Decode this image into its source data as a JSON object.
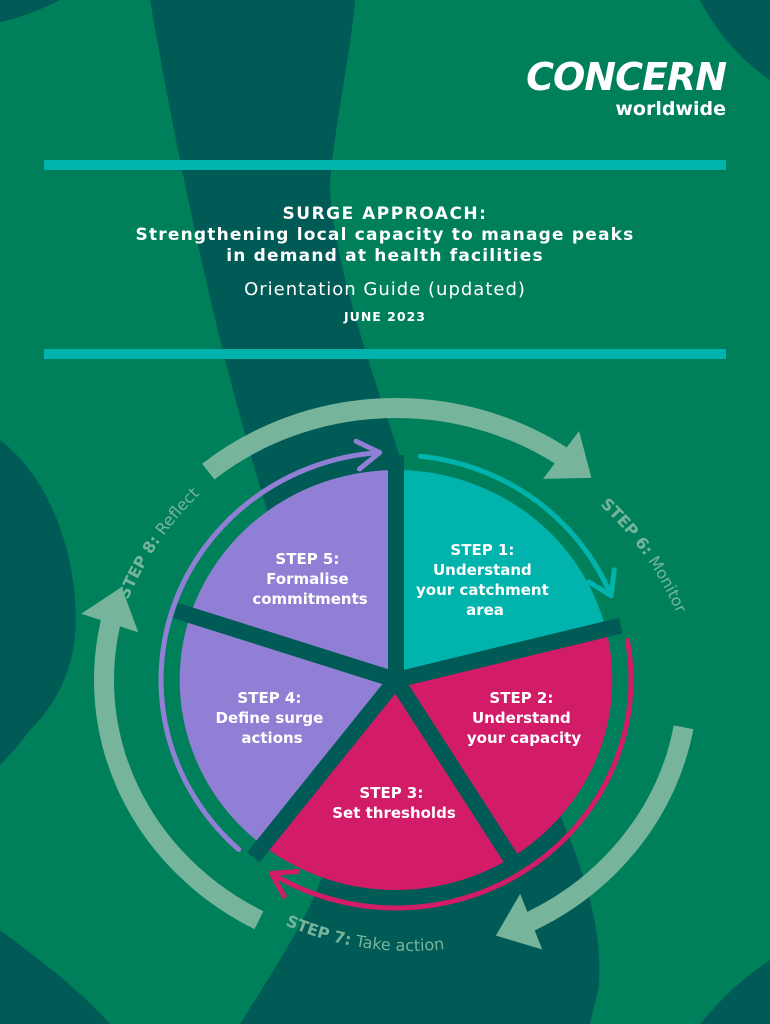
{
  "logo": {
    "name": "CONCERN",
    "sub": "worldwide"
  },
  "header": {
    "title": "SURGE APPROACH:",
    "subtitle_line1": "Strengthening local capacity to manage peaks",
    "subtitle_line2": "in demand at health facilities",
    "guide": "Orientation Guide (updated)",
    "date": "JUNE 2023"
  },
  "colors": {
    "background": "#00805a",
    "dark_band": "#005a55",
    "rule": "#00b3ad",
    "step1": "#00b3ad",
    "step2_3": "#d21c67",
    "step4_5": "#917fd6",
    "outer_arrows": "#76b49c"
  },
  "cycle": {
    "inner_steps": [
      {
        "step": "STEP 1:",
        "lines": [
          "Understand",
          "your catchment",
          "area"
        ]
      },
      {
        "step": "STEP 2:",
        "lines": [
          "Understand",
          "your capacity"
        ]
      },
      {
        "step": "STEP 3:",
        "lines": [
          "Set thresholds"
        ]
      },
      {
        "step": "STEP 4:",
        "lines": [
          "Define surge",
          "actions"
        ]
      },
      {
        "step": "STEP 5:",
        "lines": [
          "Formalise",
          "commitments"
        ]
      }
    ],
    "outer_steps": [
      {
        "step": "STEP 6:",
        "label": "Monitor"
      },
      {
        "step": "STEP 7:",
        "label": "Take action"
      },
      {
        "step": "STEP 8:",
        "label": "Reflect"
      }
    ]
  }
}
